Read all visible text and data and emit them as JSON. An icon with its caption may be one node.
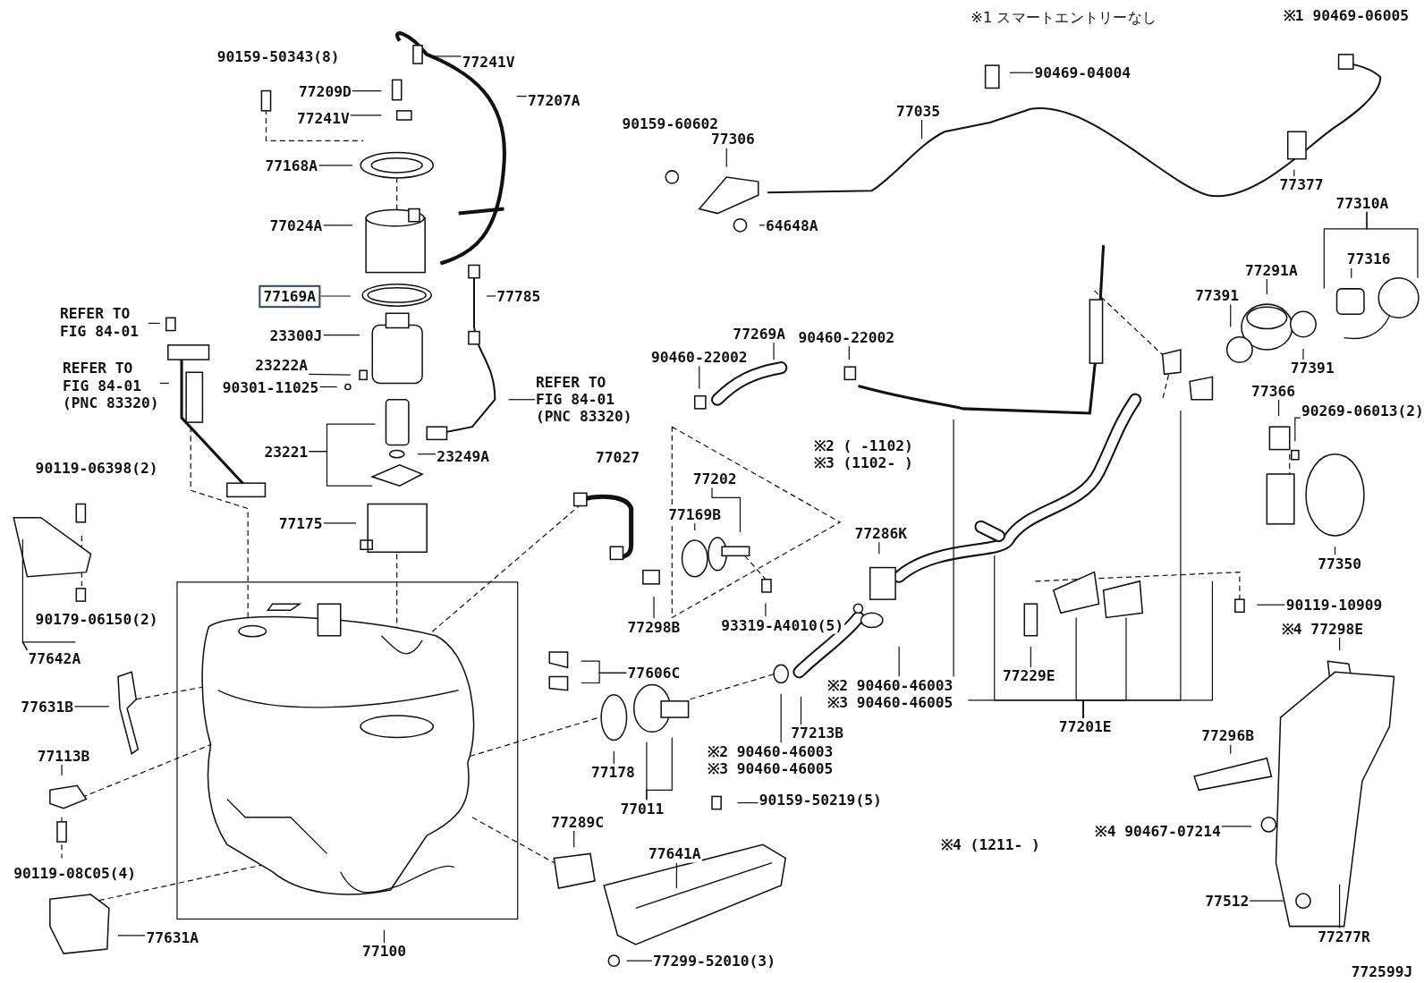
{
  "diagram": {
    "nodes": [
      {
        "text": [
          "77241V"
        ]
      },
      {
        "text": [
          "77209D"
        ]
      },
      {
        "text": [
          "77207A"
        ]
      },
      {
        "text": [
          "77241V"
        ]
      },
      {
        "text": [
          "77168A"
        ]
      },
      {
        "text": [
          "77024A"
        ]
      },
      {
        "text": [
          "77169A"
        ]
      },
      {
        "text": [
          "77785"
        ]
      },
      {
        "text": [
          "REFER TO FIG 84-01"
        ]
      },
      {
        "text": [
          "REFER TO FIG 84-01 (PNC 83320)"
        ]
      },
      {
        "text": [
          "23300J"
        ]
      },
      {
        "text": [
          "23222A"
        ]
      },
      {
        "text": [
          "90301-11025"
        ]
      },
      {
        "text": [
          "REFER TO FIG 84-01 (PNC 83320)"
        ]
      },
      {
        "text": [
          "23221"
        ]
      },
      {
        "text": [
          "23249A"
        ]
      },
      {
        "text": [
          "77175"
        ]
      },
      {
        "text": [
          "77642A"
        ]
      },
      {
        "text": [
          "77631B"
        ]
      },
      {
        "text": [
          "77113B"
        ]
      },
      {
        "text": [
          "77631A"
        ]
      },
      {
        "text": [
          "77100"
        ]
      },
      {
        "text": [
          "77202"
        ]
      },
      {
        "text": [
          "77169B"
        ]
      },
      {
        "text": [
          "77298B"
        ]
      },
      {
        "text": [
          "93319-A4010(5)"
        ]
      },
      {
        "text": [
          "77606C"
        ]
      },
      {
        "text": [
          "77178"
        ]
      },
      {
        "text": [
          "77011"
        ]
      },
      {
        "text": [
          "90159-50219(5)"
        ]
      },
      {
        "text": [
          "77289C"
        ]
      },
      {
        "text": [
          "77641A"
        ]
      },
      {
        "text": [
          "77299-52010(3)"
        ]
      },
      {
        "text": [
          "77286K"
        ]
      },
      {
        "text": [
          "77213B"
        ]
      },
      {
        "text": [
          "※2 90460-46003 ※3 90460-46005"
        ]
      },
      {
        "text": [
          "※2 90460-46003 ※3 90460-46005"
        ]
      },
      {
        "text": [
          "77229E"
        ]
      },
      {
        "text": [
          "77201E"
        ]
      },
      {
        "text": [
          "90119-10909"
        ]
      },
      {
        "text": [
          "※4 77298E"
        ]
      },
      {
        "text": [
          "77296B"
        ]
      },
      {
        "text": [
          "※4 90467-07214"
        ]
      },
      {
        "text": [
          "77512"
        ]
      },
      {
        "text": [
          "77277R"
        ]
      },
      {
        "text": [
          "77350"
        ]
      },
      {
        "text": [
          "90269-06013(2)"
        ]
      },
      {
        "text": [
          "77366"
        ]
      },
      {
        "text": [
          "77391"
        ]
      },
      {
        "text": [
          "77391"
        ]
      },
      {
        "text": [
          "77291A"
        ]
      },
      {
        "text": [
          "77316"
        ]
      },
      {
        "text": [
          "77310A"
        ]
      },
      {
        "text": [
          "77377"
        ]
      },
      {
        "text": [
          "90469-04004"
        ]
      },
      {
        "text": [
          "77035"
        ]
      },
      {
        "text": [
          "77306"
        ]
      },
      {
        "text": [
          "64648A"
        ]
      },
      {
        "text": [
          "77269A"
        ]
      },
      {
        "text": [
          "90460-22002"
        ]
      },
      {
        "text": [
          "90460-22002"
        ]
      },
      {
        "text": [
          "※1 90469-06005"
        ]
      },
      {
        "text": [
          "90159-50343(8)"
        ]
      },
      {
        "text": [
          "90159-60602"
        ]
      },
      {
        "text": [
          "※2 ( -1102)"
        ]
      },
      {
        "text": [
          "※3 (1102- )"
        ]
      },
      {
        "text": [
          "77027"
        ]
      },
      {
        "text": [
          "90119-06398(2)"
        ]
      },
      {
        "text": [
          "90179-06150(2)"
        ]
      },
      {
        "text": [
          "※4 (1211- )"
        ]
      },
      {
        "text": [
          "90119-08C05(4)"
        ]
      },
      {
        "text": [
          "772599J"
        ]
      }
    ],
    "edges": [
      {
        "from": 0,
        "to": null,
        "arrow": "none"
      },
      {
        "from": 1,
        "to": null,
        "arrow": "none"
      },
      {
        "from": 2,
        "to": null,
        "arrow": "none"
      },
      {
        "from": 3,
        "to": null,
        "arrow": "none"
      },
      {
        "from": 4,
        "to": null,
        "arrow": "none"
      },
      {
        "from": 5,
        "to": null,
        "arrow": "none"
      },
      {
        "from": 6,
        "to": null,
        "arrow": "none"
      },
      {
        "from": 7,
        "to": null,
        "arrow": "none"
      },
      {
        "from": 8,
        "to": null,
        "arrow": "none"
      },
      {
        "from": 9,
        "to": null,
        "arrow": "none"
      },
      {
        "from": 10,
        "to": null,
        "arrow": "none"
      },
      {
        "from": 11,
        "to": null,
        "arrow": "none"
      },
      {
        "from": 12,
        "to": null,
        "arrow": "none"
      },
      {
        "from": 13,
        "to": null,
        "arrow": "none"
      },
      {
        "from": 14,
        "to": null,
        "arrow": "none"
      },
      {
        "from": 14,
        "to": null,
        "arrow": "none"
      },
      {
        "from": 15,
        "to": null,
        "arrow": "none"
      },
      {
        "from": 16,
        "to": null,
        "arrow": "none"
      },
      {
        "from": 17,
        "to": null,
        "arrow": "none"
      },
      {
        "from": 17,
        "to": null,
        "arrow": "none"
      },
      {
        "from": 18,
        "to": null,
        "arrow": "none"
      },
      {
        "from": 19,
        "to": null,
        "arrow": "none"
      },
      {
        "from": 20,
        "to": null,
        "arrow": "none"
      },
      {
        "from": 21,
        "to": null,
        "arrow": "none"
      },
      {
        "from": 22,
        "to": null,
        "arrow": "none"
      },
      {
        "from": 23,
        "to": null,
        "arrow": "none"
      },
      {
        "from": 24,
        "to": null,
        "arrow": "none"
      },
      {
        "from": 25,
        "to": null,
        "arrow": "none"
      },
      {
        "from": 26,
        "to": null,
        "arrow": "none"
      },
      {
        "from": 26,
        "to": null,
        "arrow": "none"
      },
      {
        "from": 27,
        "to": null,
        "arrow": "none"
      },
      {
        "from": 28,
        "to": null,
        "arrow": "none"
      },
      {
        "from": 28,
        "to": null,
        "arrow": "none"
      },
      {
        "from": 29,
        "to": null,
        "arrow": "none"
      },
      {
        "from": 30,
        "to": null,
        "arrow": "none"
      },
      {
        "from": 31,
        "to": null,
        "arrow": "none"
      },
      {
        "from": 32,
        "to": null,
        "arrow": "none"
      },
      {
        "from": 33,
        "to": null,
        "arrow": "none"
      },
      {
        "from": 34,
        "to": null,
        "arrow": "none"
      },
      {
        "from": 35,
        "to": null,
        "arrow": "none"
      },
      {
        "from": 36,
        "to": null,
        "arrow": "none"
      },
      {
        "from": 37,
        "to": null,
        "arrow": "none"
      },
      {
        "from": 38,
        "to": null,
        "arrow": "none"
      },
      {
        "from": 38,
        "to": null,
        "arrow": "none"
      },
      {
        "from": 38,
        "to": null,
        "arrow": "none"
      },
      {
        "from": 38,
        "to": null,
        "arrow": "none"
      },
      {
        "from": 38,
        "to": null,
        "arrow": "none"
      },
      {
        "from": 38,
        "to": null,
        "arrow": "none"
      },
      {
        "from": 39,
        "to": null,
        "arrow": "none"
      },
      {
        "from": 40,
        "to": null,
        "arrow": "none"
      },
      {
        "from": 41,
        "to": null,
        "arrow": "none"
      },
      {
        "from": 42,
        "to": null,
        "arrow": "none"
      },
      {
        "from": 43,
        "to": null,
        "arrow": "none"
      },
      {
        "from": 44,
        "to": null,
        "arrow": "none"
      },
      {
        "from": 45,
        "to": null,
        "arrow": "none"
      },
      {
        "from": 46,
        "to": null,
        "arrow": "none"
      },
      {
        "from": 47,
        "to": null,
        "arrow": "none"
      },
      {
        "from": 48,
        "to": null,
        "arrow": "none"
      },
      {
        "from": 49,
        "to": null,
        "arrow": "none"
      },
      {
        "from": 50,
        "to": null,
        "arrow": "none"
      },
      {
        "from": 51,
        "to": null,
        "arrow": "none"
      },
      {
        "from": 52,
        "to": null,
        "arrow": "none"
      },
      {
        "from": 52,
        "to": null,
        "arrow": "none"
      },
      {
        "from": 53,
        "to": null,
        "arrow": "none"
      },
      {
        "from": 54,
        "to": null,
        "arrow": "none"
      },
      {
        "from": 55,
        "to": null,
        "arrow": "none"
      },
      {
        "from": 56,
        "to": null,
        "arrow": "none"
      },
      {
        "from": 57,
        "to": null,
        "arrow": "none"
      },
      {
        "from": 58,
        "to": null,
        "arrow": "none"
      },
      {
        "from": 59,
        "to": null,
        "arrow": "none"
      },
      {
        "from": 60,
        "to": null,
        "arrow": "none"
      }
    ],
    "labels": [
      "※1 スマートエントリーなし"
    ]
  }
}
